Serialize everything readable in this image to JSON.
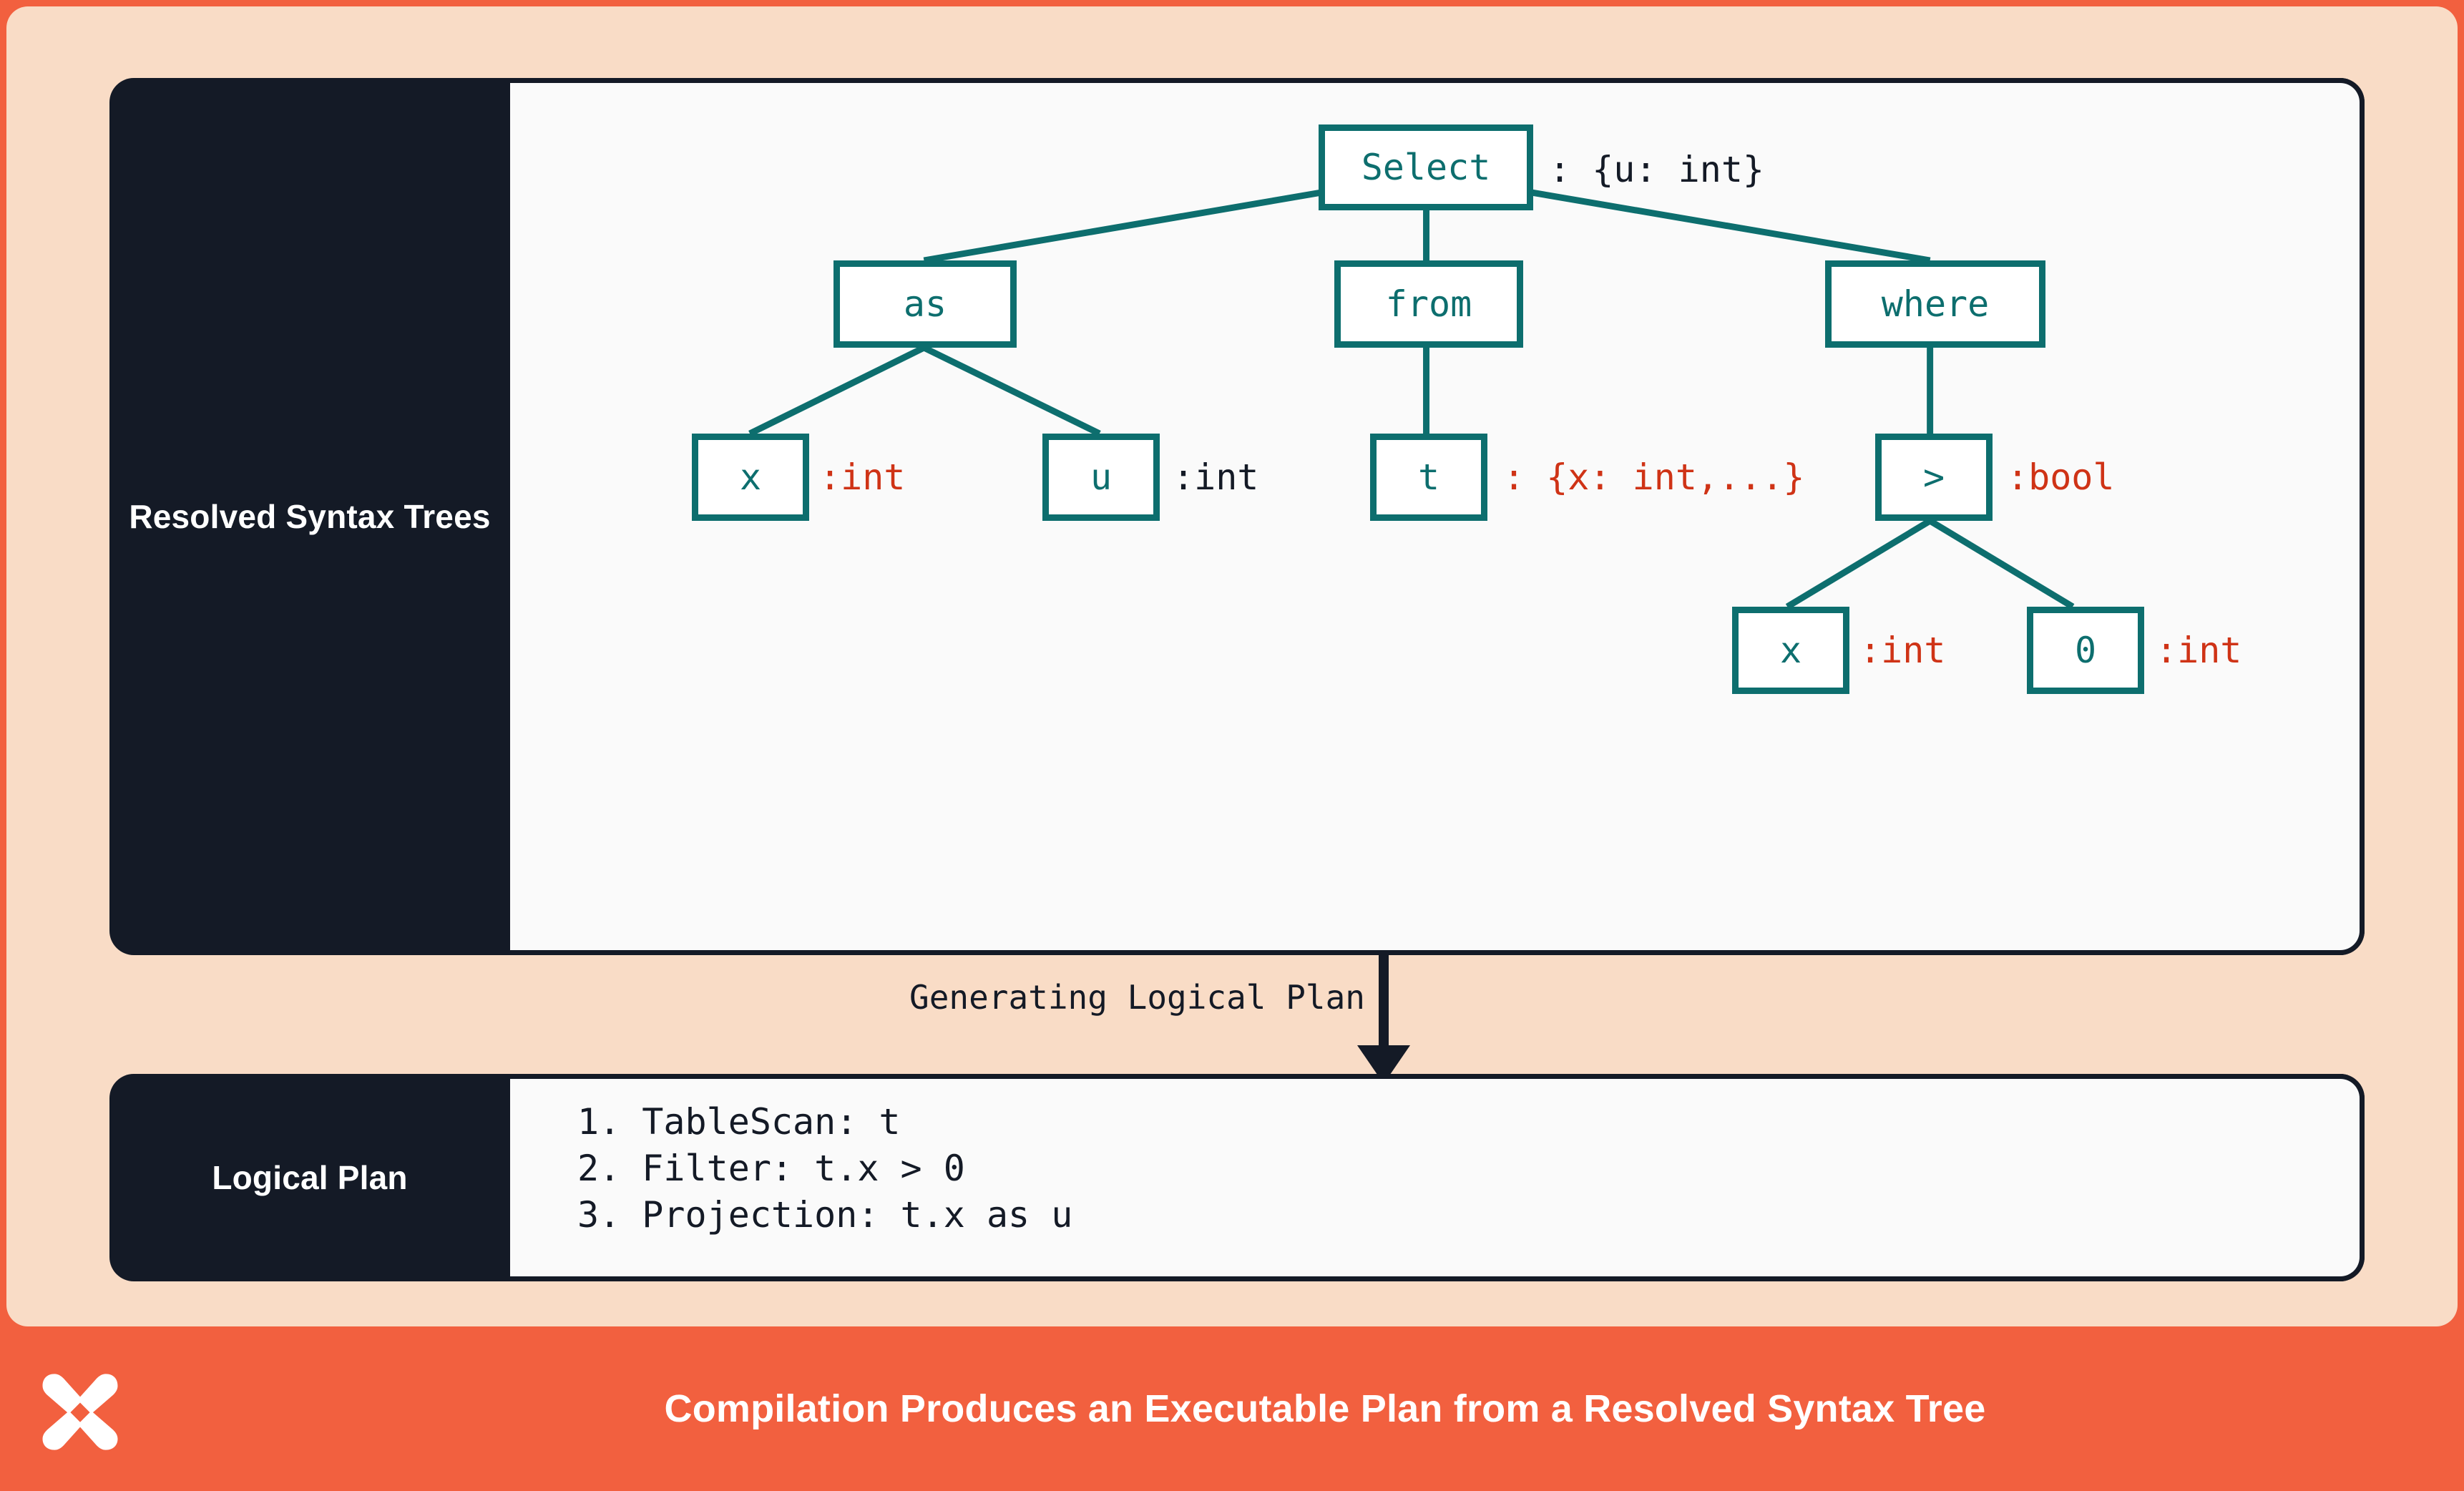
{
  "theme": {
    "frame_border": "#f2603f",
    "canvas_bg": "#f9dcc6",
    "panel_dark": "#141a26",
    "panel_body_bg": "#fafafa",
    "node_accent": "#0d6e6e",
    "annotation_error": "#cf3316",
    "annotation_default": "#141a26",
    "footer_bg": "#f2603f"
  },
  "panels": [
    {
      "id": "resolved-syntax-trees",
      "rail_label": "Resolved\nSyntax Trees"
    },
    {
      "id": "logical-plan",
      "rail_label": "Logical Plan"
    }
  ],
  "tree": {
    "nodes": [
      {
        "id": "select",
        "label": "Select",
        "annotation": ": {u: int}",
        "annotation_color": "default"
      },
      {
        "id": "as",
        "label": "as",
        "annotation": "",
        "annotation_color": "default"
      },
      {
        "id": "from",
        "label": "from",
        "annotation": "",
        "annotation_color": "default"
      },
      {
        "id": "where",
        "label": "where",
        "annotation": "",
        "annotation_color": "default"
      },
      {
        "id": "as-x",
        "label": "x",
        "annotation": ":int",
        "annotation_color": "error"
      },
      {
        "id": "as-u",
        "label": "u",
        "annotation": ":int",
        "annotation_color": "default"
      },
      {
        "id": "from-t",
        "label": "t",
        "annotation": ": {x: int,...}",
        "annotation_color": "error"
      },
      {
        "id": "gt",
        "label": ">",
        "annotation": ":bool",
        "annotation_color": "error"
      },
      {
        "id": "gt-x",
        "label": "x",
        "annotation": ":int",
        "annotation_color": "error"
      },
      {
        "id": "gt-0",
        "label": "0",
        "annotation": ":int",
        "annotation_color": "error"
      }
    ],
    "edges": [
      {
        "from": "select",
        "to": "as"
      },
      {
        "from": "select",
        "to": "from"
      },
      {
        "from": "select",
        "to": "where"
      },
      {
        "from": "as",
        "to": "as-x"
      },
      {
        "from": "as",
        "to": "as-u"
      },
      {
        "from": "from",
        "to": "from-t"
      },
      {
        "from": "where",
        "to": "gt"
      },
      {
        "from": "gt",
        "to": "gt-x"
      },
      {
        "from": "gt",
        "to": "gt-0"
      }
    ]
  },
  "connector": {
    "label": "Generating Logical Plan"
  },
  "logical_plan": {
    "steps": [
      "1. TableScan: t",
      "2. Filter: t.x > 0",
      "3. Projection: t.x as u"
    ]
  },
  "footer": {
    "logo_name": "x-mark-logo",
    "title": "Compilation Produces an Executable Plan from a Resolved Syntax Tree"
  }
}
